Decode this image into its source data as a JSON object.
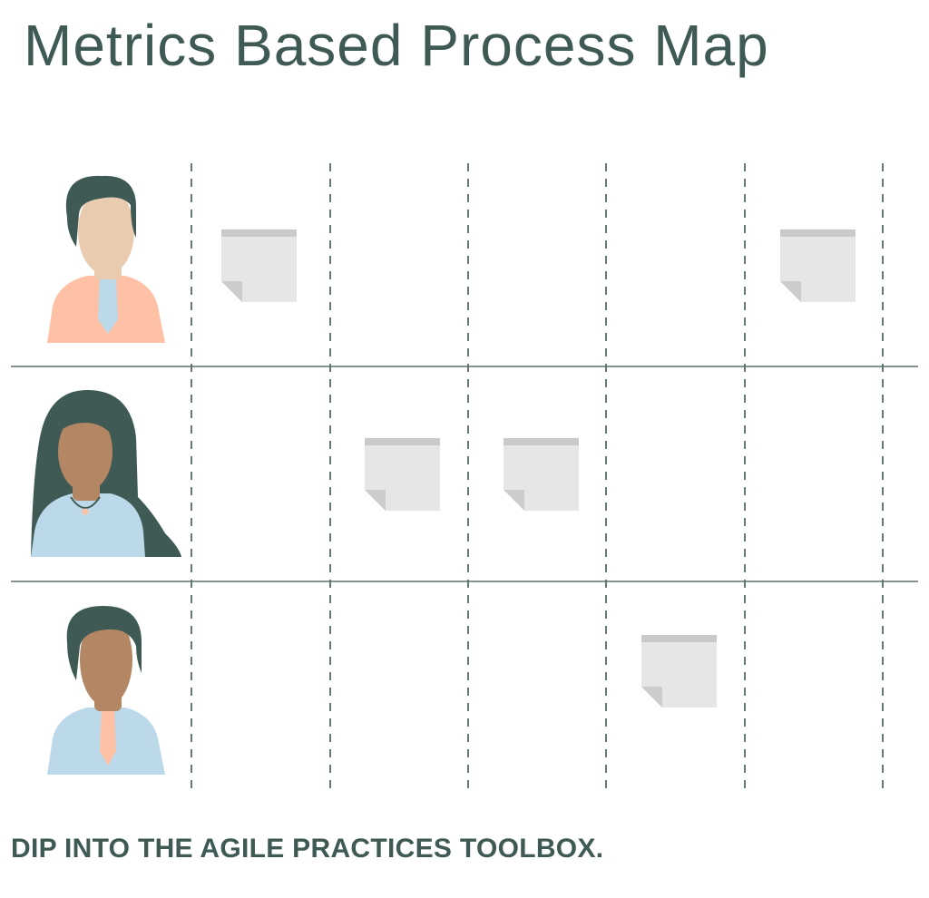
{
  "header": {
    "title": "Metrics Based Process Map"
  },
  "footer": {
    "tagline": "DIP INTO THE AGILE PRACTICES TOOLBOX."
  },
  "colors": {
    "text": "#3f5a55",
    "hair": "#3f5a55",
    "divider": "#5f6f6c",
    "skin_light": "#e9cbb0",
    "skin_dark": "#b38763",
    "shirt_peach": "#ffc1a5",
    "shirt_blue": "#bcd9ea",
    "tie_blue": "#bcd9ea",
    "tie_peach": "#ffc1a5",
    "note_body": "#e6e6e6",
    "note_tab": "#c9c9c9",
    "note_fold": "#cccccc"
  },
  "swimlanes": [
    {
      "role": "person-1",
      "icon": "man-avatar-icon"
    },
    {
      "role": "person-2",
      "icon": "woman-avatar-icon"
    },
    {
      "role": "person-3",
      "icon": "man-avatar-icon"
    }
  ],
  "sticky_notes": [
    {
      "lane": 0,
      "column": 0
    },
    {
      "lane": 0,
      "column": 4
    },
    {
      "lane": 1,
      "column": 1
    },
    {
      "lane": 1,
      "column": 2
    },
    {
      "lane": 2,
      "column": 3
    }
  ]
}
